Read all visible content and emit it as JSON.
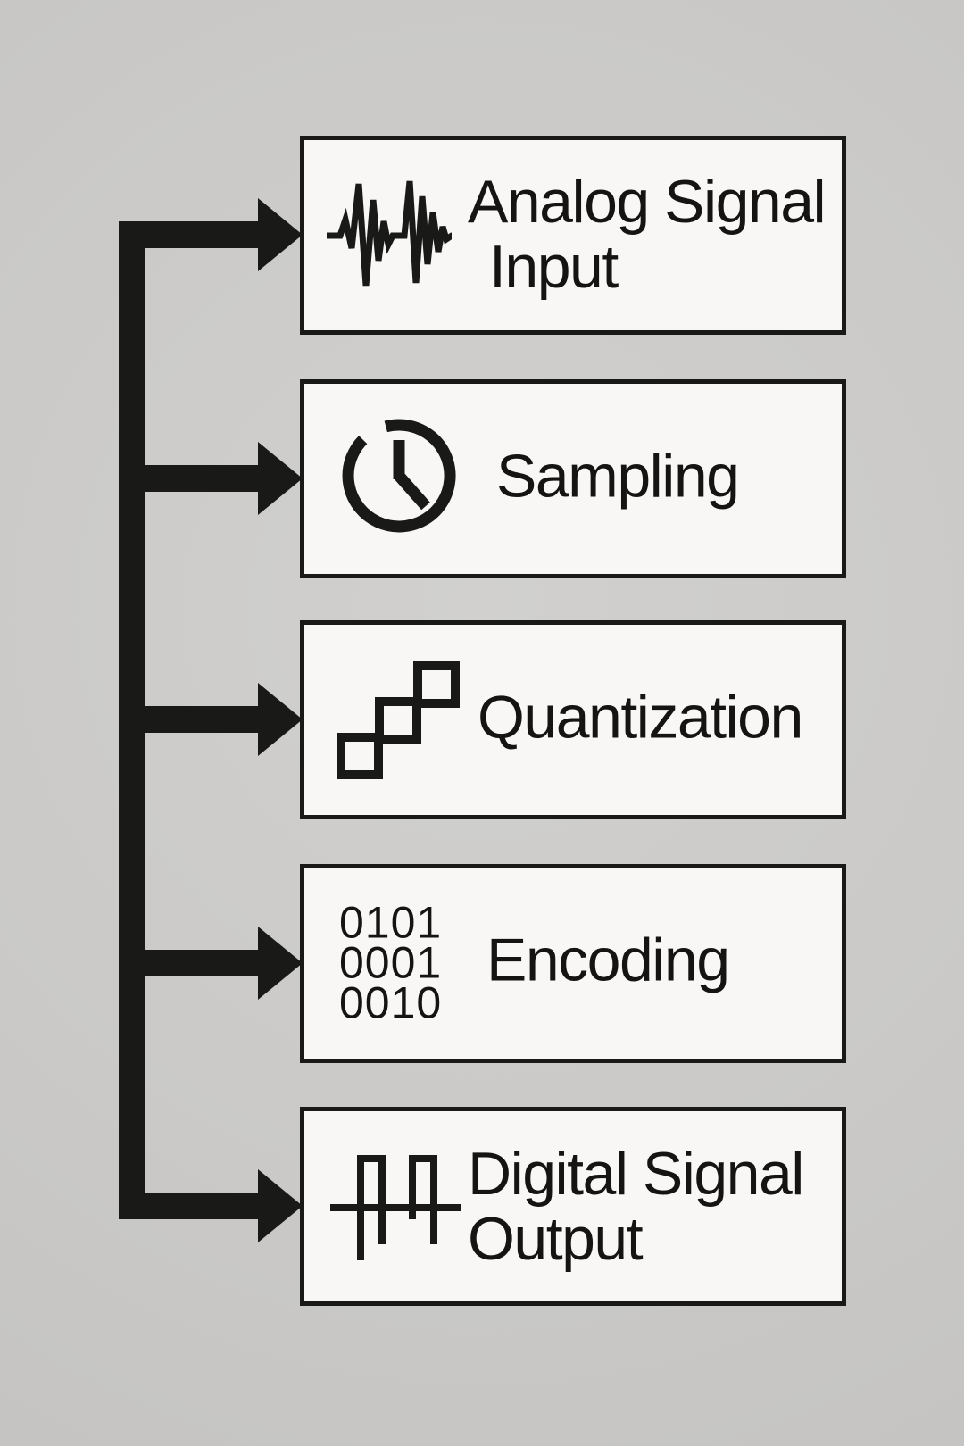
{
  "diagram": {
    "steps": [
      {
        "icon": "waveform-icon",
        "label_line1": "Analog Signal",
        "label_line2": "Input"
      },
      {
        "icon": "clock-icon",
        "label": "Sampling"
      },
      {
        "icon": "staircase-icon",
        "label": "Quantization"
      },
      {
        "icon": "binary-code-text",
        "label": "Encoding",
        "binary_line1": "0101",
        "binary_line2": "0001",
        "binary_line3": "0010"
      },
      {
        "icon": "square-wave-icon",
        "label_line1": "Digital Signal",
        "label_line2": "Output"
      }
    ]
  },
  "colors": {
    "background": "#cbcac8",
    "box_fill": "#f8f7f5",
    "line": "#191918",
    "text": "#151413"
  }
}
